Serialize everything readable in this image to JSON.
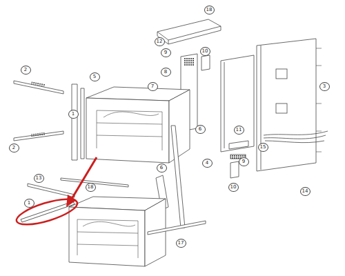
{
  "diagram": {
    "labels": [
      "18",
      "12",
      "9",
      "10",
      "8",
      "7",
      "3",
      "2",
      "5",
      "1",
      "11",
      "6",
      "2",
      "15",
      "9",
      "4",
      "6",
      "13",
      "18",
      "14",
      "10",
      "1",
      "17"
    ]
  }
}
